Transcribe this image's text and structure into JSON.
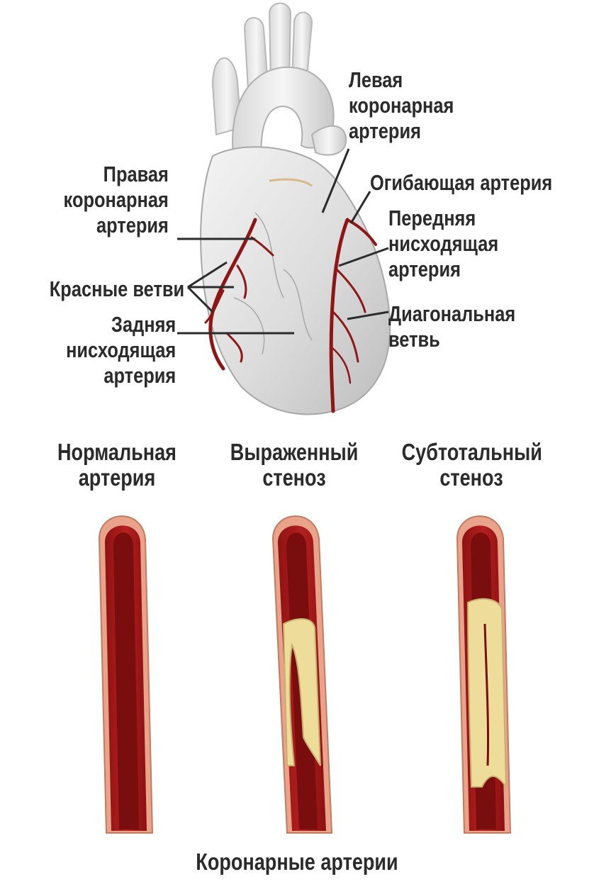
{
  "colors": {
    "artery_wall": "#a81a1a",
    "artery_lumen": "#7a0d0d",
    "artery_outer": "#e8a38a",
    "plaque": "#eedc9a",
    "heart": "#e4e4e4",
    "text": "#2b2b2b"
  },
  "heart_labels": {
    "left_coronary": [
      "Левая",
      "коронарная",
      "артерия"
    ],
    "right_coronary": [
      "Правая",
      "коронарная",
      "артерия"
    ],
    "circumflex": [
      "Огибающая артерия"
    ],
    "anterior_descending": [
      "Передняя",
      "нисходящая",
      "артерия"
    ],
    "red_branches": [
      "Красные ветви"
    ],
    "posterior_descending": [
      "Задняя",
      "нисходящая",
      "артерия"
    ],
    "diagonal_branch": [
      "Диагональная",
      "ветвь"
    ]
  },
  "arteries": [
    {
      "label": [
        "Нормальная",
        "артерия"
      ],
      "plaque_level": 0
    },
    {
      "label": [
        "Выраженный",
        "стеноз"
      ],
      "plaque_level": 0.6
    },
    {
      "label": [
        "Субтотальный",
        "стеноз"
      ],
      "plaque_level": 0.9
    }
  ],
  "caption": "Коронарные артерии"
}
